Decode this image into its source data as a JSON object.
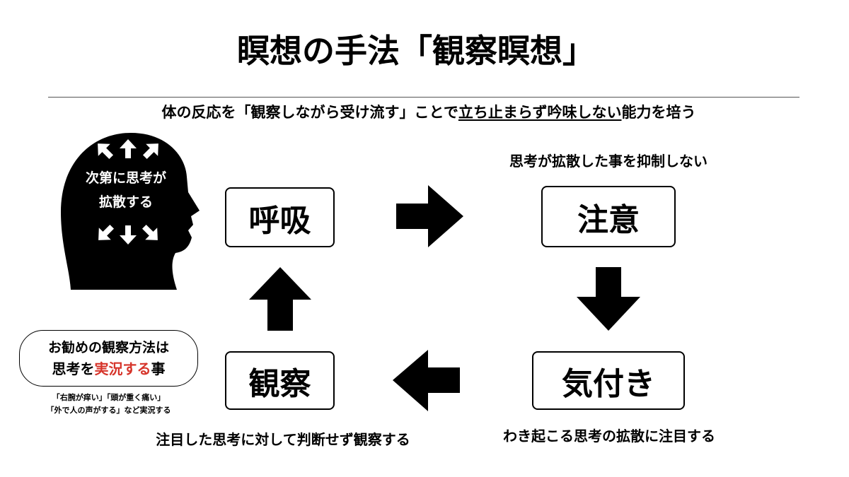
{
  "title": "瞑想の手法「観察瞑想」",
  "subtitle": {
    "before": "体の反応を「観察しながら受け流す」ことで",
    "underlined": "立ち止まらず吟味しない",
    "after": "能力を培う"
  },
  "head": {
    "lines": [
      "次第に思考が",
      "拡散する"
    ]
  },
  "steps": [
    {
      "label": "呼吸"
    },
    {
      "label": "注意"
    },
    {
      "label": "気付き"
    },
    {
      "label": "観察"
    }
  ],
  "captions": {
    "attention": "思考が拡散した事を抑制しない",
    "awareness": "わき起こる思考の拡散に注目する",
    "observation": "注目した思考に対して判断せず観察する"
  },
  "tip": {
    "line1": "お勧めの観察方法は",
    "line2_before": "思考を",
    "line2_highlight": "実況する",
    "line2_after": "事",
    "examples": [
      "「右腕が痒い」「頭が重く痛い」",
      "「外で人の声がする」など実況する"
    ]
  },
  "colors": {
    "text": "#000000",
    "highlight": "#d6342a",
    "rule": "#555555",
    "background": "#ffffff"
  },
  "icons": {
    "head": "head-silhouette-icon",
    "thought_arrows": [
      "arrow-up-left-icon",
      "arrow-up-icon",
      "arrow-up-right-icon",
      "arrow-down-left-icon",
      "arrow-down-icon",
      "arrow-down-right-icon"
    ],
    "flow_arrows": [
      "arrow-right-icon",
      "arrow-down-icon",
      "arrow-left-icon",
      "arrow-up-icon"
    ]
  }
}
